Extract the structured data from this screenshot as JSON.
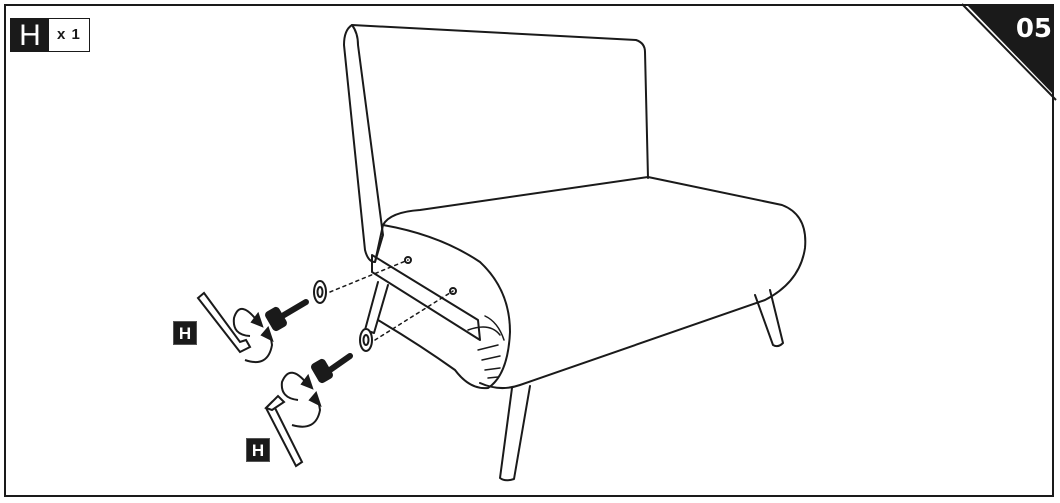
{
  "parts_key": {
    "letter": "H",
    "quantity": "x 1"
  },
  "step": {
    "number": "05"
  },
  "callouts": {
    "tool_label_top": "H",
    "tool_label_bottom": "H"
  },
  "icons": [
    "allen-key-icon",
    "rotate-clockwise-icon",
    "bolt-icon",
    "washer-icon"
  ],
  "colors": {
    "ink": "#1a1a1a",
    "paper": "#ffffff"
  }
}
